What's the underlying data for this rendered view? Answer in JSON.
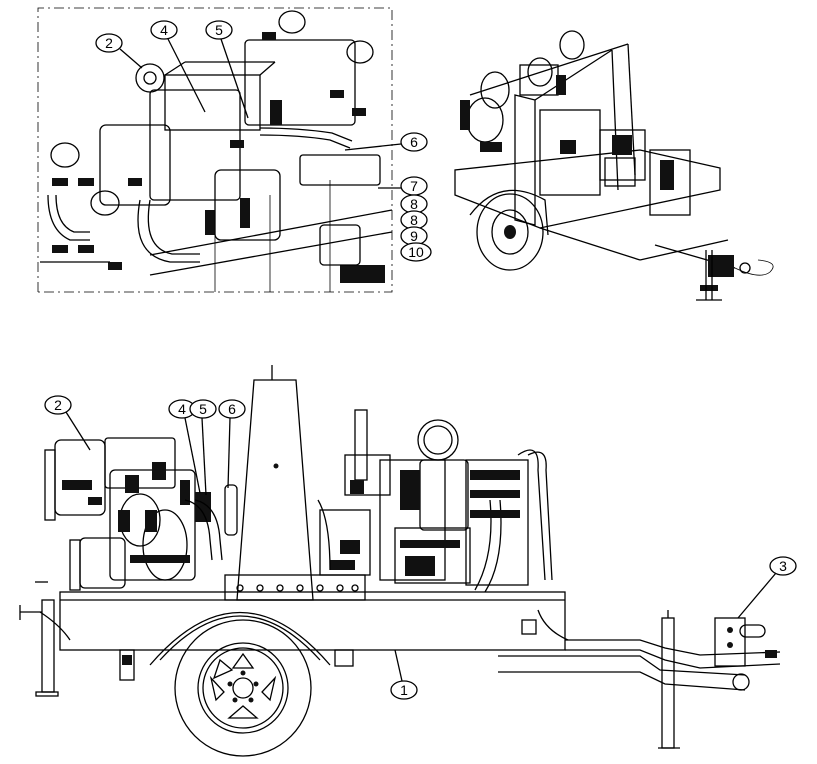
{
  "callouts": {
    "detail_2": "2",
    "detail_4": "4",
    "detail_5": "5",
    "detail_6": "6",
    "detail_7": "7",
    "detail_8a": "8",
    "detail_8b": "8",
    "detail_9": "9",
    "detail_10": "10",
    "side_2": "2",
    "side_4": "4",
    "side_5": "5",
    "side_6": "6",
    "side_1": "1",
    "side_3": "3"
  },
  "colors": {
    "line": "#000000",
    "background": "#ffffff"
  }
}
